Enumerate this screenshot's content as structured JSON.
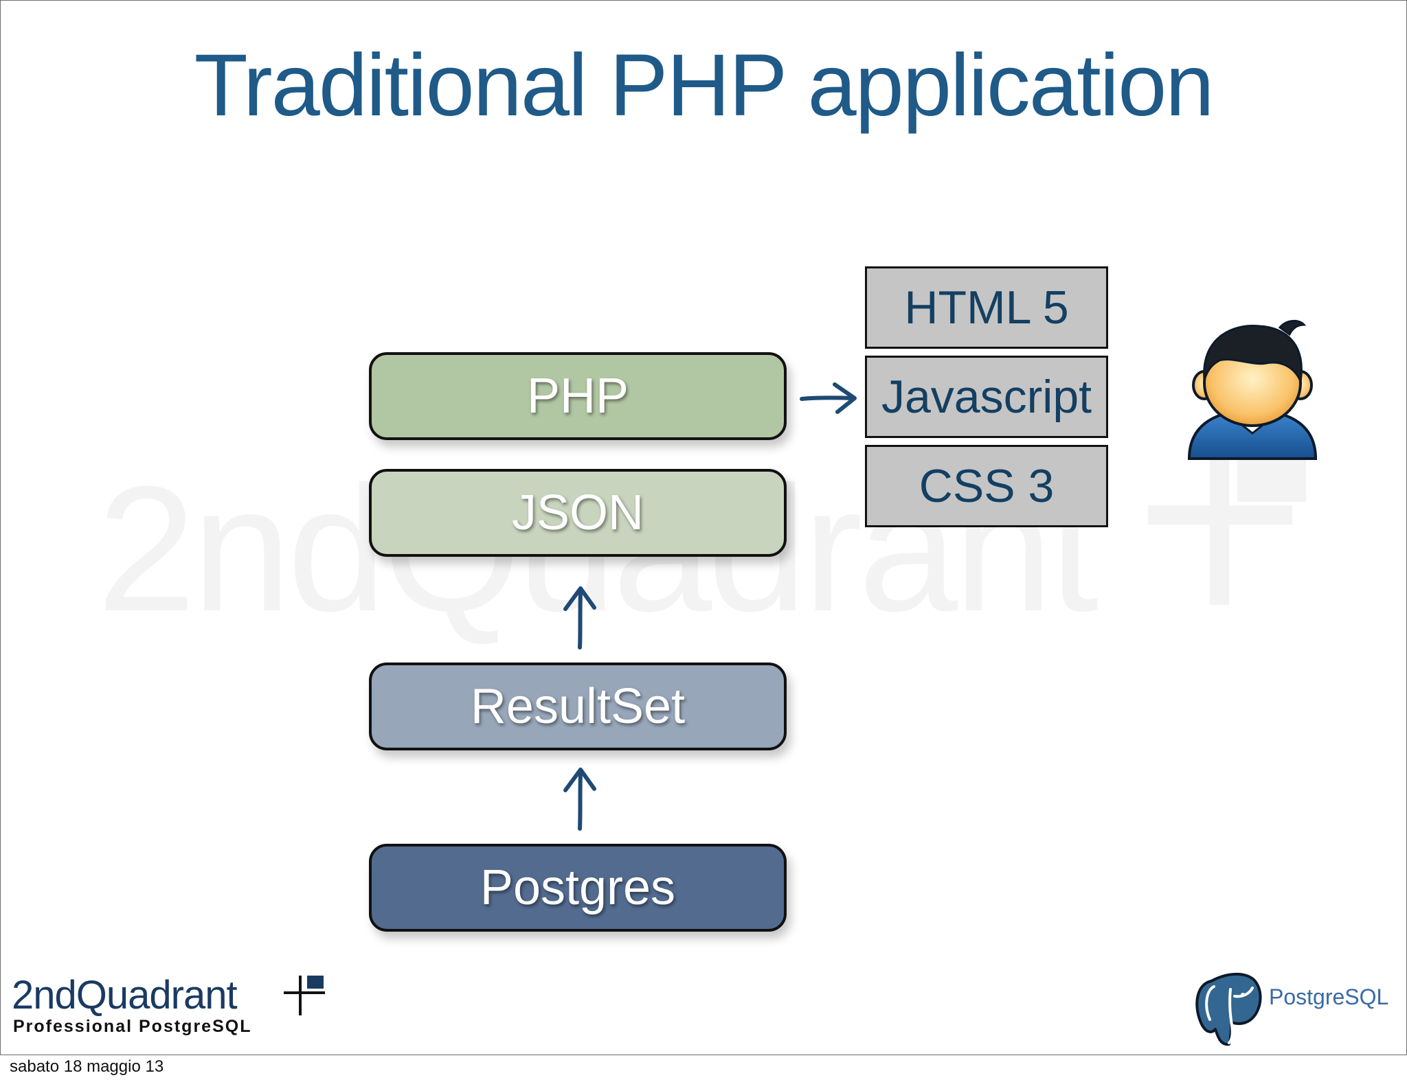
{
  "slide": {
    "title": "Traditional PHP application",
    "watermark": "2ndQuadrant"
  },
  "server_stack": [
    {
      "label": "PHP",
      "color": "#b1c6a2"
    },
    {
      "label": "JSON",
      "color": "#c8d4bd"
    },
    {
      "label": "ResultSet",
      "color": "#97a6b9"
    },
    {
      "label": "Postgres",
      "color": "#526b8f"
    }
  ],
  "client_stack": [
    {
      "label": "HTML 5"
    },
    {
      "label": "Javascript"
    },
    {
      "label": "CSS 3"
    }
  ],
  "icons": {
    "user": "user-icon",
    "arrows": [
      "arrow-right-icon",
      "arrow-up-icon",
      "arrow-up-icon"
    ]
  },
  "logos": {
    "company_name": "2ndQuadrant",
    "company_tagline": "Professional PostgreSQL",
    "postgres_name": "PostgreSQL"
  },
  "footer": {
    "date": "sabato 18 maggio 13"
  },
  "colors": {
    "title": "#1f5a88",
    "client_box": "#c5c5c5",
    "client_text": "#133f62",
    "arrow": "#1e4a74"
  }
}
